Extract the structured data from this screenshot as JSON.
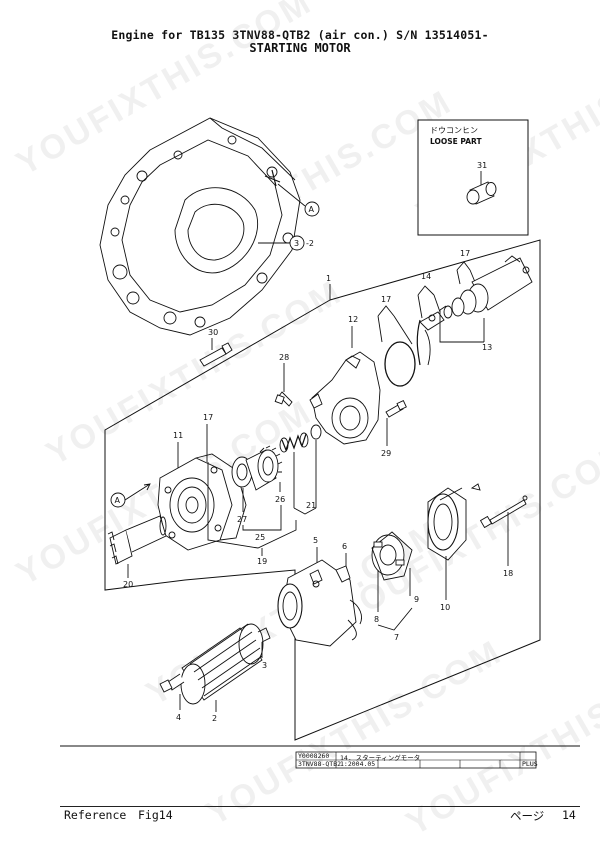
{
  "header": {
    "title_line1": "Engine for TB135  3TNV88-QTB2 (air con.) S/N 13514051-",
    "title_line2": "STARTING MOTOR"
  },
  "watermark": "YOUFIXTHIS.COM",
  "loose_part": {
    "jp_label": "ドウコンヒン",
    "en_label": "LOOSE PART",
    "part_number": "31"
  },
  "callouts": {
    "A_top": "A",
    "A_left": "A",
    "ref3": "3",
    "ref3_suffix": "-2",
    "p1": "1",
    "p2": "2",
    "p3": "3",
    "p4": "4",
    "p5": "5",
    "p6": "6",
    "p7": "7",
    "p8": "8",
    "p9": "9",
    "p10": "10",
    "p11": "11",
    "p12": "12",
    "p13": "13",
    "p14": "14",
    "p17a": "17",
    "p17b": "17",
    "p17c": "17",
    "p18": "18",
    "p19": "19",
    "p20": "20",
    "p21": "21",
    "p25": "25",
    "p26": "26",
    "p27": "27",
    "p28": "28",
    "p29": "29",
    "p30": "30"
  },
  "title_block": {
    "code": "Y0008260",
    "desc": "14. スターティングモータ",
    "model": "3TNV88-QTB2",
    "date": "1:2004.05",
    "tag": "PLUS"
  },
  "footer": {
    "reference_label": "Reference",
    "fig_label": "Fig14",
    "page_label": "ページ",
    "page_number": "14"
  }
}
